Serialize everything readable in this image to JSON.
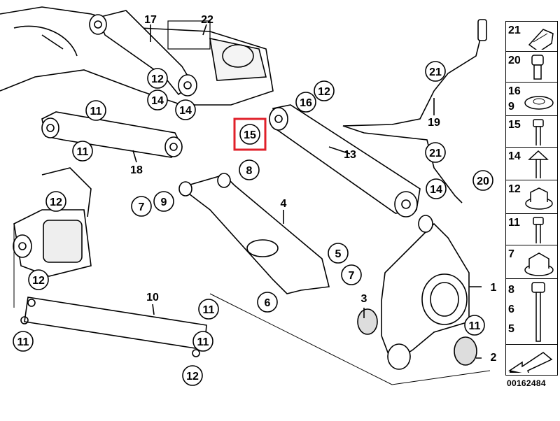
{
  "diagram": {
    "highlight_color": "#e0202a",
    "highlighted_callout": "15",
    "circled_callouts": [
      "12",
      "14",
      "11",
      "14",
      "11",
      "12",
      "12",
      "11",
      "12",
      "11",
      "11",
      "7",
      "9",
      "8",
      "5",
      "7",
      "6",
      "16",
      "12",
      "15",
      "21",
      "21",
      "14",
      "20",
      "11"
    ],
    "plain_callouts": [
      "17",
      "22",
      "19",
      "13",
      "18",
      "4",
      "10",
      "1",
      "2",
      "3"
    ]
  },
  "legend": {
    "rows": [
      {
        "numbers": [
          "21"
        ],
        "icon": "cable-clip-icon"
      },
      {
        "numbers": [
          "20"
        ],
        "icon": "socket-cap-screw-icon"
      },
      {
        "numbers": [
          "16",
          "9"
        ],
        "icon": "eccentric-washer-icon"
      },
      {
        "numbers": [
          "15"
        ],
        "icon": "hex-bolt-icon"
      },
      {
        "numbers": [
          "14"
        ],
        "icon": "flange-bolt-icon"
      },
      {
        "numbers": [
          "12"
        ],
        "icon": "flange-nut-icon"
      },
      {
        "numbers": [
          "11"
        ],
        "icon": "hex-bolt-icon"
      },
      {
        "numbers": [
          "7"
        ],
        "icon": "self-locking-nut-icon"
      },
      {
        "numbers": [
          "8",
          "6",
          "5"
        ],
        "icon": "long-hex-bolt-icon"
      },
      {
        "numbers": [],
        "icon": "direction-arrow-icon"
      }
    ]
  },
  "part_number": "00162484"
}
